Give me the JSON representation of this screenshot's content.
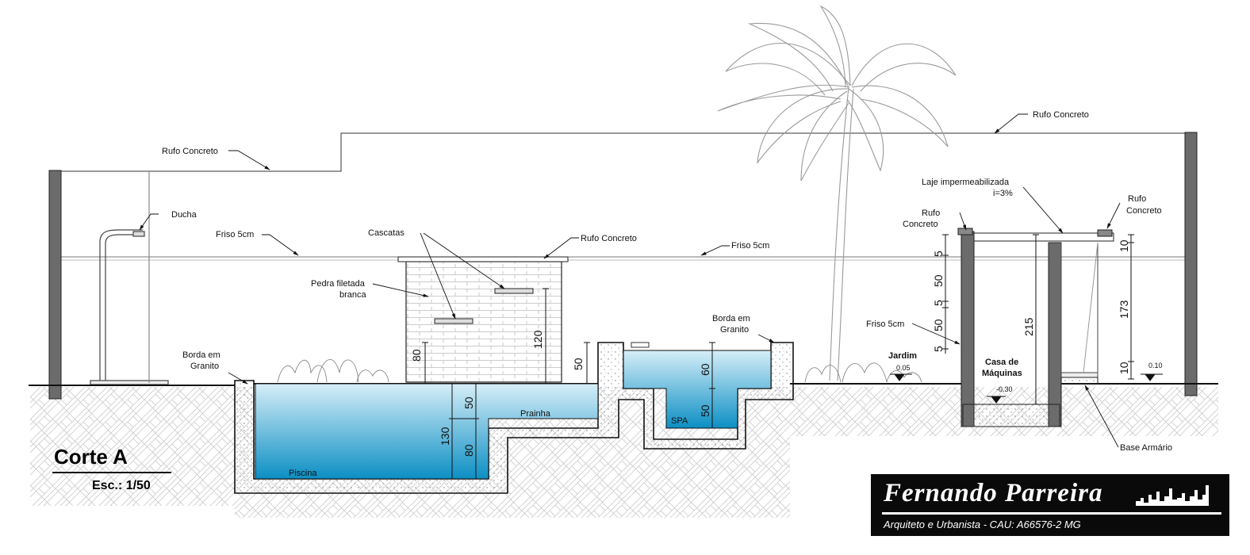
{
  "drawing": {
    "title": "Corte A",
    "scale": "Esc.: 1/50"
  },
  "labels": {
    "rufo_left": "Rufo Concreto",
    "rufo_mid": "Rufo Concreto",
    "rufo_right_top": "Rufo Concreto",
    "rufo_house_left_1": "Rufo",
    "rufo_house_left_2": "Concreto",
    "rufo_house_right_1": "Rufo",
    "rufo_house_right_2": "Concreto",
    "ducha": "Ducha",
    "friso_left": "Friso 5cm",
    "friso_mid": "Friso 5cm",
    "friso_house": "Friso 5cm",
    "cascatas": "Cascatas",
    "pedra_1": "Pedra filetada",
    "pedra_2": "branca",
    "borda_left_1": "Borda em",
    "borda_left_2": "Granito",
    "borda_right_1": "Borda em",
    "borda_right_2": "Granito",
    "laje_1": "Laje impermeabilizada",
    "laje_2": "i=3%",
    "jardim": "Jardim",
    "jardim_level": "0.05",
    "casa_1": "Casa de",
    "casa_2": "Máquinas",
    "casa_level": "-0.30",
    "right_level": "0.10",
    "base_armario": "Base Armário",
    "prainha": "Prainha",
    "piscina": "Piscina",
    "spa": "SPA"
  },
  "dimensions": {
    "cascata_80": "80",
    "cascata_120": "120",
    "wall_50": "50",
    "prainha_50": "50",
    "pool_130": "130",
    "pool_80": "80",
    "spa_60": "60",
    "spa_50": "50",
    "house_5a": "5",
    "house_50a": "50",
    "house_5b": "5",
    "house_50b": "50",
    "house_5c": "5",
    "house_215": "215",
    "house_10a": "10",
    "house_173": "173",
    "house_10b": "10"
  },
  "title_block": {
    "name": "Fernando Parreira",
    "subtitle": "Arquiteto e Urbanista - CAU: A66576-2 MG"
  },
  "colors": {
    "water_top": "#d6eef8",
    "water_bottom": "#0c8fc4",
    "post": "#6b6b6b",
    "ink": "#111111",
    "title_bg": "#0a0a0a"
  }
}
